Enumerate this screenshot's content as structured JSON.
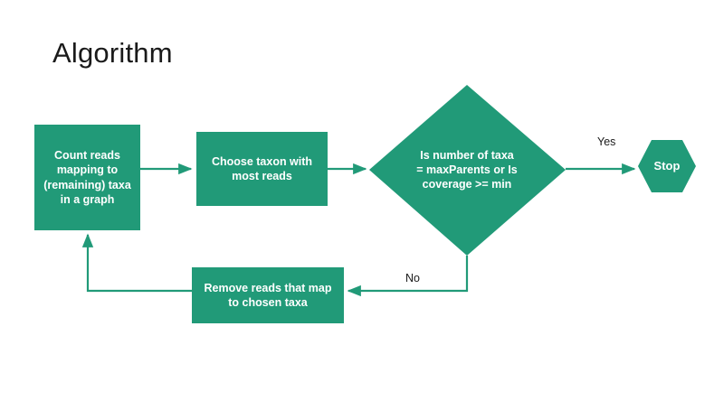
{
  "page": {
    "title": "Algorithm",
    "background_color": "#ffffff",
    "accent_color": "#219A78",
    "node_text_color": "#ffffff",
    "edge_label_color": "#1a1a1a"
  },
  "chart_data": {
    "type": "diagram",
    "diagram_kind": "flowchart",
    "title": "Algorithm",
    "nodes": [
      {
        "id": "count",
        "shape": "rectangle",
        "label": "Count reads mapping to (remaining) taxa in a graph",
        "fill": "#219A78",
        "text_color": "#ffffff"
      },
      {
        "id": "choose",
        "shape": "rectangle",
        "label": "Choose taxon with most reads",
        "fill": "#219A78",
        "text_color": "#ffffff"
      },
      {
        "id": "decision",
        "shape": "diamond",
        "label": "Is number of taxa = maxParents or Is coverage >= min",
        "fill": "#219A78",
        "text_color": "#ffffff"
      },
      {
        "id": "stop",
        "shape": "hexagon",
        "label": "Stop",
        "fill": "#219A78",
        "text_color": "#ffffff"
      },
      {
        "id": "remove",
        "shape": "rectangle",
        "label": "Remove reads that map to chosen taxa",
        "fill": "#219A78",
        "text_color": "#ffffff"
      }
    ],
    "edges": [
      {
        "from": "count",
        "to": "choose",
        "label": ""
      },
      {
        "from": "choose",
        "to": "decision",
        "label": ""
      },
      {
        "from": "decision",
        "to": "stop",
        "label": "Yes"
      },
      {
        "from": "decision",
        "to": "remove",
        "label": "No"
      },
      {
        "from": "remove",
        "to": "count",
        "label": ""
      }
    ]
  },
  "nodes": {
    "count": {
      "line1": "Count reads",
      "line2": "mapping to",
      "line3": "(remaining) taxa",
      "line4": "in a graph"
    },
    "choose": {
      "line1": "Choose taxon with",
      "line2": "most reads"
    },
    "decision": {
      "line1": "Is number of taxa",
      "line2": "= maxParents or Is",
      "line3": "coverage >= min"
    },
    "stop": {
      "label": "Stop"
    },
    "remove": {
      "line1": "Remove reads that map",
      "line2": "to chosen taxa"
    }
  },
  "edges": {
    "yes_label": "Yes",
    "no_label": "No"
  }
}
